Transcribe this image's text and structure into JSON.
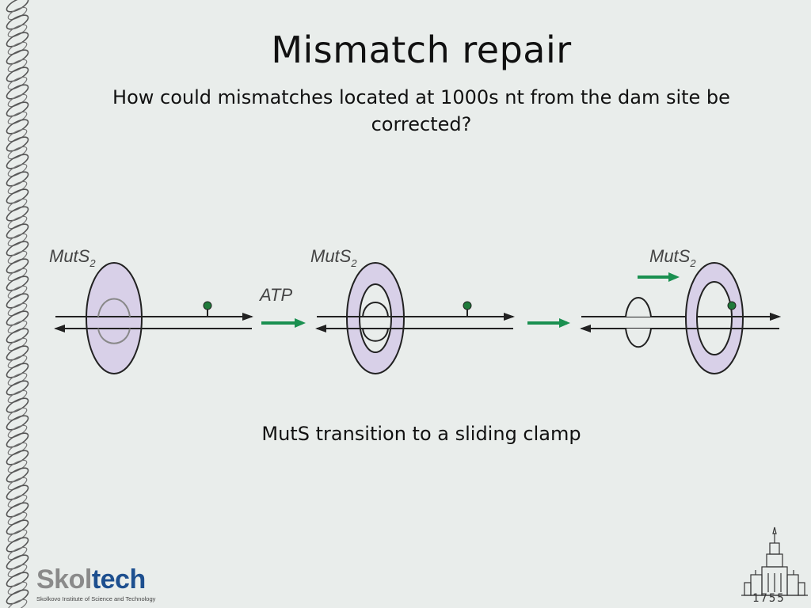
{
  "slide": {
    "title": "Mismatch repair",
    "subtitle": "How could mismatches located at 1000s nt from the dam site be corrected?",
    "caption": "MutS transition to a sliding clamp"
  },
  "diagram": {
    "protein_label": "MutS",
    "protein_subscript": "2",
    "atp_label": "ATP",
    "colors": {
      "protein_fill": "#d8d0e8",
      "arrow_green": "#1a9050",
      "mismatch_dot": "#1f7a3a",
      "strand": "#222222"
    }
  },
  "logo": {
    "name_part1": "Skol",
    "name_part2": "tech",
    "subtitle": "Skolkovo Institute of Science and Technology"
  },
  "badge": {
    "year": "1755"
  }
}
